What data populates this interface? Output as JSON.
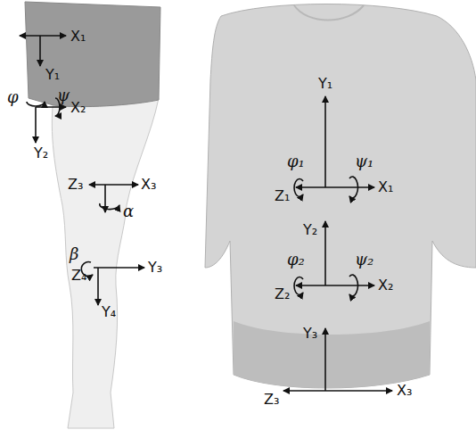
{
  "diagram": {
    "labels": [
      "X₁",
      "Y₁",
      "φ",
      "ψ",
      "X₂",
      "Y₂",
      "Z₃",
      "X₃",
      "α",
      "β",
      "Z₄",
      "Y₃",
      "Y₄",
      "Y₁",
      "φ₁",
      "ψ₁",
      "Z₁",
      "X₁",
      "Y₂",
      "φ₂",
      "ψ₂",
      "Z₂",
      "X₂",
      "Y₃",
      "Z₃",
      "X₃"
    ]
  }
}
